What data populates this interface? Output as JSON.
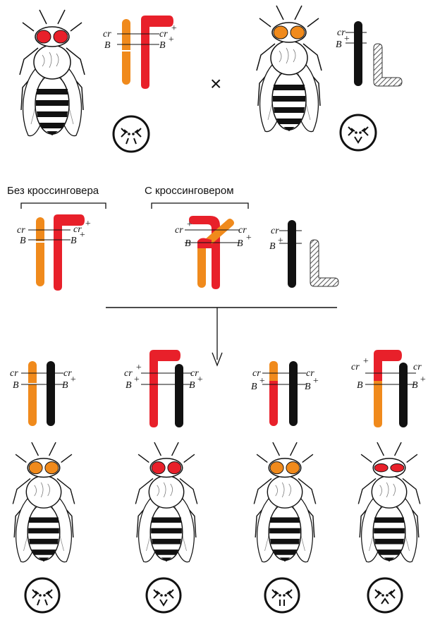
{
  "headings": {
    "no_crossover": "Без кроссинговера",
    "with_crossover": "С кроссинговером"
  },
  "symbols": {
    "cross": "×"
  },
  "labels": {
    "cr": "cr",
    "cr_plus": "cr",
    "B": "B",
    "B_plus": "B",
    "plus": "+"
  },
  "colors": {
    "orange": "#F08A1C",
    "red": "#E8202A",
    "black": "#111111",
    "hatch": "#777777"
  },
  "icons": [
    "fly-icon",
    "male-genitalia-icon",
    "female-genitalia-icon",
    "arrow-down-icon"
  ]
}
